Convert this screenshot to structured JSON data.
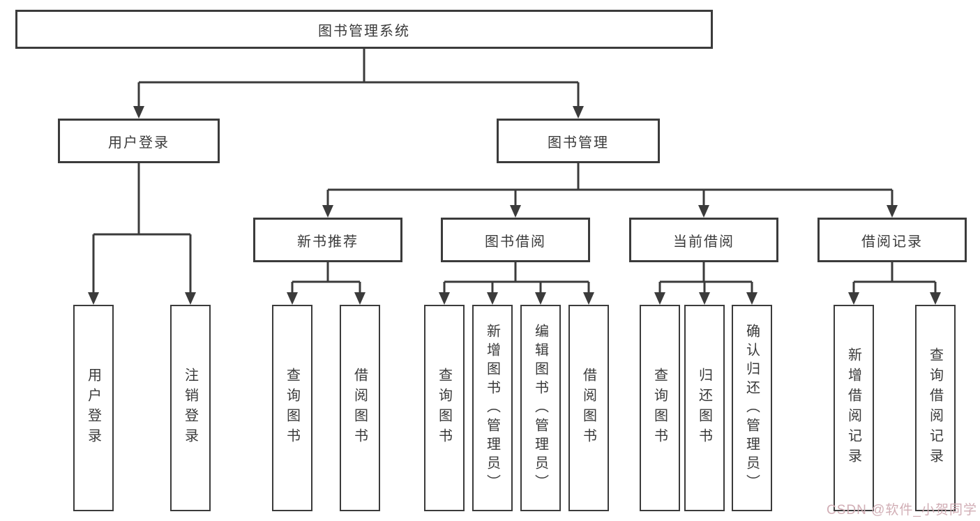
{
  "nodes": {
    "root": {
      "label": "图书管理系统"
    },
    "user_login": {
      "label": "用户登录",
      "children": [
        {
          "label": "用户登录"
        },
        {
          "label": "注销登录"
        }
      ]
    },
    "book_management": {
      "label": "图书管理"
    },
    "new_book": {
      "label": "新书推荐",
      "children": [
        {
          "label": "查询图书"
        },
        {
          "label": "借阅图书"
        }
      ]
    },
    "book_borrow": {
      "label": "图书借阅",
      "children": [
        {
          "label": "查询图书"
        },
        {
          "label": "新增图书（管理员）"
        },
        {
          "label": "编辑图书（管理员）"
        },
        {
          "label": "借阅图书"
        }
      ]
    },
    "current_borrow": {
      "label": "当前借阅",
      "children": [
        {
          "label": "查询图书"
        },
        {
          "label": "归还图书"
        },
        {
          "label": "确认归还（管理员）"
        }
      ]
    },
    "borrow_records": {
      "label": "借阅记录",
      "children": [
        {
          "label": "新增借阅记录"
        },
        {
          "label": "查询借阅记录"
        }
      ]
    },
    "watermark": "CSDN @软件_小贺同学"
  },
  "colors": {
    "line": "#3b3b3b",
    "text": "#3a3a3a",
    "background": "#ffffff",
    "watermark": "#cfaab2"
  }
}
